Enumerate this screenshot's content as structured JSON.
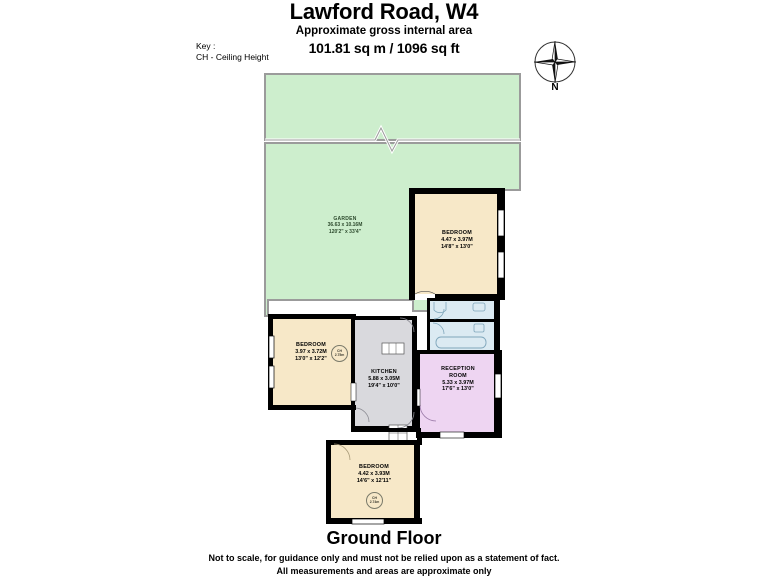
{
  "header": {
    "title": "Lawford Road, W4",
    "subtitle": "Approximate gross internal area",
    "area": "101.81 sq m /  1096 sq ft"
  },
  "key": {
    "label": "Key :",
    "entry": "CH - Ceiling Height"
  },
  "compass": {
    "north_label": "N",
    "icon": "compass-rose-icon"
  },
  "footer": {
    "floor_label": "Ground Floor",
    "disclaimer_line1": "Not to scale, for guidance only and must not be relied upon as a statement of fact.",
    "disclaimer_line2": "All measurements and areas are approximate only"
  },
  "colors": {
    "garden": "#cdeecd",
    "bedroom": "#f7e8c8",
    "kitchen": "#d9d9dd",
    "reception": "#eed5f2",
    "bathroom": "#dbeaf2",
    "wall": "#000000",
    "page": "#ffffff"
  },
  "rooms": [
    {
      "id": "garden",
      "name": "GARDEN",
      "metric": "36.63 x 10.16M",
      "imperial": "120'2\" x 33'4\"",
      "fill": "#cdeecd"
    },
    {
      "id": "bedroom-northeast",
      "name": "BEDROOM",
      "metric": "4.47 x 3.97M",
      "imperial": "14'8\" x 13'0\"",
      "fill": "#f7e8c8"
    },
    {
      "id": "bedroom-west",
      "name": "BEDROOM",
      "metric": "3.97 x 3.72M",
      "imperial": "13'0\" x 12'2\"",
      "fill": "#f7e8c8"
    },
    {
      "id": "kitchen",
      "name": "KITCHEN",
      "metric": "5.88 x 3.05M",
      "imperial": "19'4\" x 10'0\"",
      "fill": "#d9d9dd"
    },
    {
      "id": "reception-room",
      "name": "RECEPTION",
      "name2": "ROOM",
      "metric": "5.33 x 3.97M",
      "imperial": "17'6\" x 13'0\"",
      "fill": "#eed5f2"
    },
    {
      "id": "bedroom-south",
      "name": "BEDROOM",
      "metric": "4.42 x 3.93M",
      "imperial": "14'6\" x 12'11\"",
      "fill": "#f7e8c8"
    }
  ],
  "ceiling_heights": [
    {
      "id": "ch-bedroom-west",
      "label": "CH",
      "value": "2.75m"
    },
    {
      "id": "ch-bedroom-south",
      "label": "CH",
      "value": "2.74m"
    }
  ]
}
